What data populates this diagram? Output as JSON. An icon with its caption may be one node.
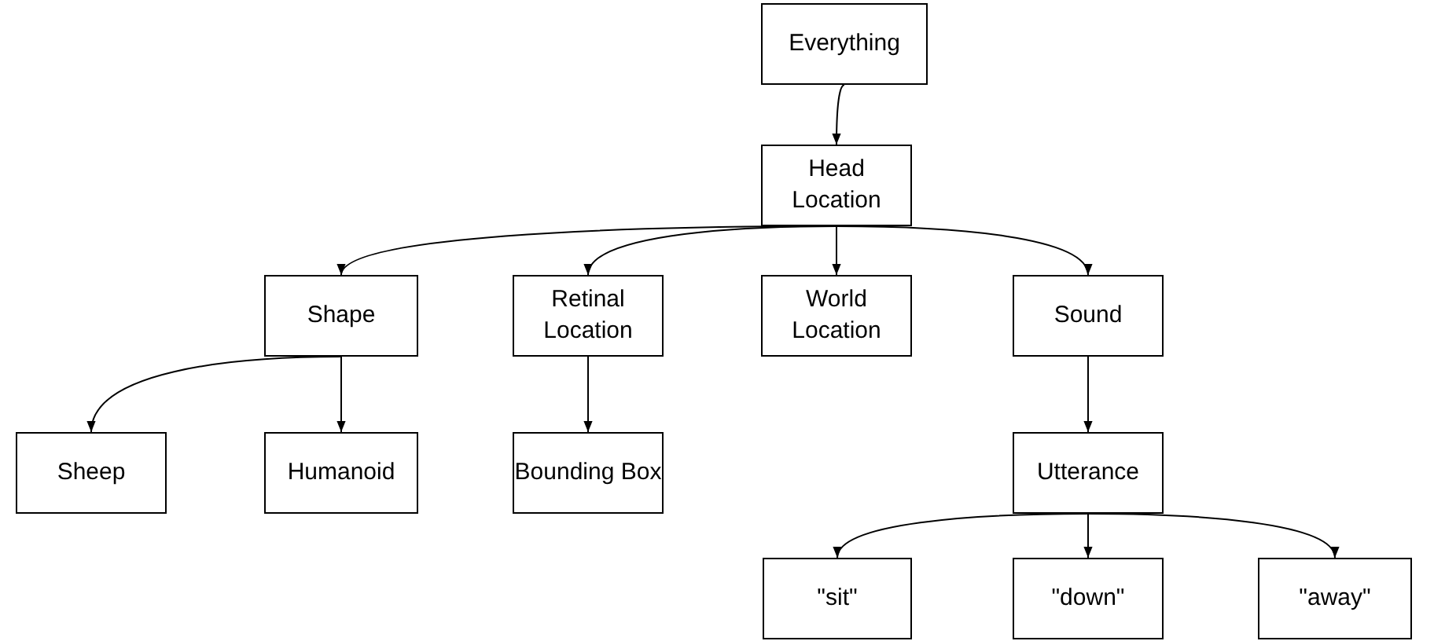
{
  "diagram": {
    "nodes": [
      {
        "text": [
          "Everything"
        ]
      },
      {
        "text": [
          "Head Location"
        ]
      },
      {
        "text": [
          "Shape"
        ]
      },
      {
        "text": [
          "Retinal Location"
        ]
      },
      {
        "text": [
          "World Location"
        ]
      },
      {
        "text": [
          "Sound"
        ]
      },
      {
        "text": [
          "Sheep"
        ]
      },
      {
        "text": [
          "Humanoid"
        ]
      },
      {
        "text": [
          "Bounding Box"
        ]
      },
      {
        "text": [
          "Utterance"
        ]
      },
      {
        "text": [
          "\"sit\""
        ]
      },
      {
        "text": [
          "\"down\""
        ]
      },
      {
        "text": [
          "\"away\""
        ]
      }
    ],
    "edges": [
      {
        "from": 0,
        "to": 1,
        "arrow": "to"
      },
      {
        "from": 1,
        "to": 2,
        "arrow": "to"
      },
      {
        "from": 1,
        "to": 3,
        "arrow": "to"
      },
      {
        "from": 1,
        "to": 4,
        "arrow": "to"
      },
      {
        "from": 1,
        "to": 5,
        "arrow": "to"
      },
      {
        "from": 2,
        "to": 6,
        "arrow": "to"
      },
      {
        "from": 2,
        "to": 7,
        "arrow": "to"
      },
      {
        "from": 3,
        "to": 8,
        "arrow": "to"
      },
      {
        "from": 5,
        "to": 9,
        "arrow": "to"
      },
      {
        "from": 9,
        "to": 10,
        "arrow": "to"
      },
      {
        "from": 9,
        "to": 11,
        "arrow": "to"
      },
      {
        "from": 9,
        "to": 12,
        "arrow": "to"
      }
    ]
  }
}
